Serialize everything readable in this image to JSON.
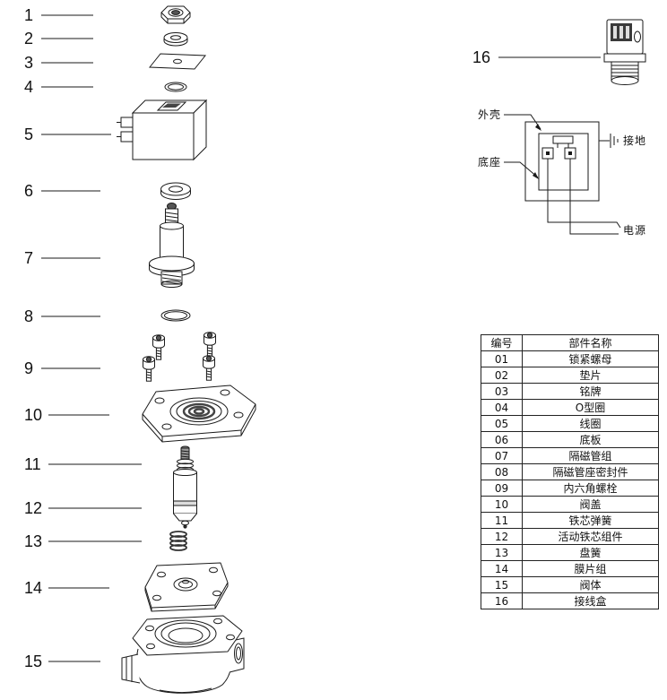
{
  "page": {
    "background": "#ffffff",
    "line_color": "#1a1a1a"
  },
  "exploded_view": {
    "part_labels": [
      "1",
      "2",
      "3",
      "4",
      "5",
      "6",
      "7",
      "8",
      "9",
      "10",
      "11",
      "12",
      "13",
      "14",
      "15",
      "16"
    ]
  },
  "wiring_diagram": {
    "housing_label": "外壳",
    "base_label": "底座",
    "ground_label": "接地",
    "power_label": "电源"
  },
  "parts_table": {
    "headers": {
      "id": "编号",
      "name": "部件名称"
    },
    "rows": [
      {
        "id": "01",
        "name": "锁紧螺母"
      },
      {
        "id": "02",
        "name": "垫片"
      },
      {
        "id": "03",
        "name": "铭牌"
      },
      {
        "id": "04",
        "name": "O型圈"
      },
      {
        "id": "05",
        "name": "线圈"
      },
      {
        "id": "06",
        "name": "底板"
      },
      {
        "id": "07",
        "name": "隔磁管组"
      },
      {
        "id": "08",
        "name": "隔磁管座密封件"
      },
      {
        "id": "09",
        "name": "内六角螺栓"
      },
      {
        "id": "10",
        "name": "阀盖"
      },
      {
        "id": "11",
        "name": "铁芯弹簧"
      },
      {
        "id": "12",
        "name": "活动铁芯组件"
      },
      {
        "id": "13",
        "name": "盘簧"
      },
      {
        "id": "14",
        "name": "膜片组"
      },
      {
        "id": "15",
        "name": "阀体"
      },
      {
        "id": "16",
        "name": "接线盒"
      }
    ]
  }
}
